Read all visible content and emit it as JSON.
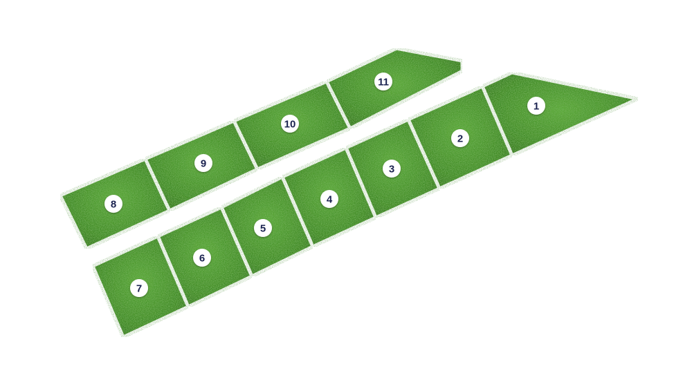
{
  "colors": {
    "grass_base": "#3f8a24",
    "grass_light": "#5aa838",
    "grass_dark": "#2c6a17",
    "border": "#ffffff",
    "marker_text": "#1b2350"
  },
  "plots": [
    {
      "id": "1",
      "label": "1"
    },
    {
      "id": "2",
      "label": "2"
    },
    {
      "id": "3",
      "label": "3"
    },
    {
      "id": "4",
      "label": "4"
    },
    {
      "id": "5",
      "label": "5"
    },
    {
      "id": "6",
      "label": "6"
    },
    {
      "id": "7",
      "label": "7"
    },
    {
      "id": "8",
      "label": "8"
    },
    {
      "id": "9",
      "label": "9"
    },
    {
      "id": "10",
      "label": "10"
    },
    {
      "id": "11",
      "label": "11"
    }
  ]
}
